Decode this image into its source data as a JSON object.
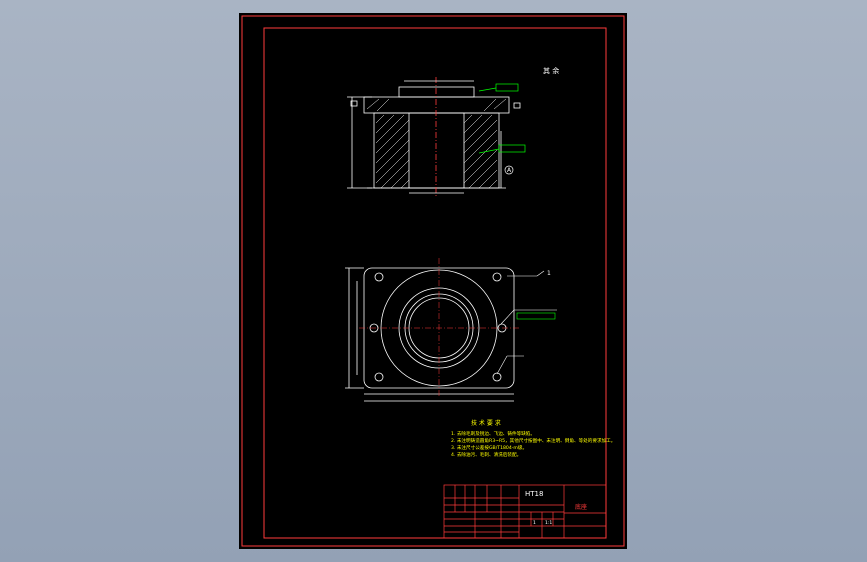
{
  "colors": {
    "viewport_bg": "#9aa7ba",
    "sheet_bg": "#000000",
    "frame": "#ff3b3b",
    "geometry": "#ffffff",
    "notes": "#ffff00",
    "callout": "#00ff00"
  },
  "top_view": {
    "label": "其 余",
    "datum_a": "A"
  },
  "plan_view": {
    "leader_mark": "1"
  },
  "notes": {
    "heading": "技 术 要 求",
    "lines": [
      "1. 去除毛刺及锐边、飞边、铸件等缺陷。",
      "2. 未注明铸造圆角R3~R5，其他尺寸按图中、未注明、倒角、等处的要求加工。",
      "3. 未注尺寸公差按GB/T1804-m级。",
      "4. 去除油污、毛刺、清洗后装配。"
    ]
  },
  "title_block": {
    "material": "HT18",
    "part_name": "底座",
    "scale": "1:1",
    "qty": "1"
  }
}
